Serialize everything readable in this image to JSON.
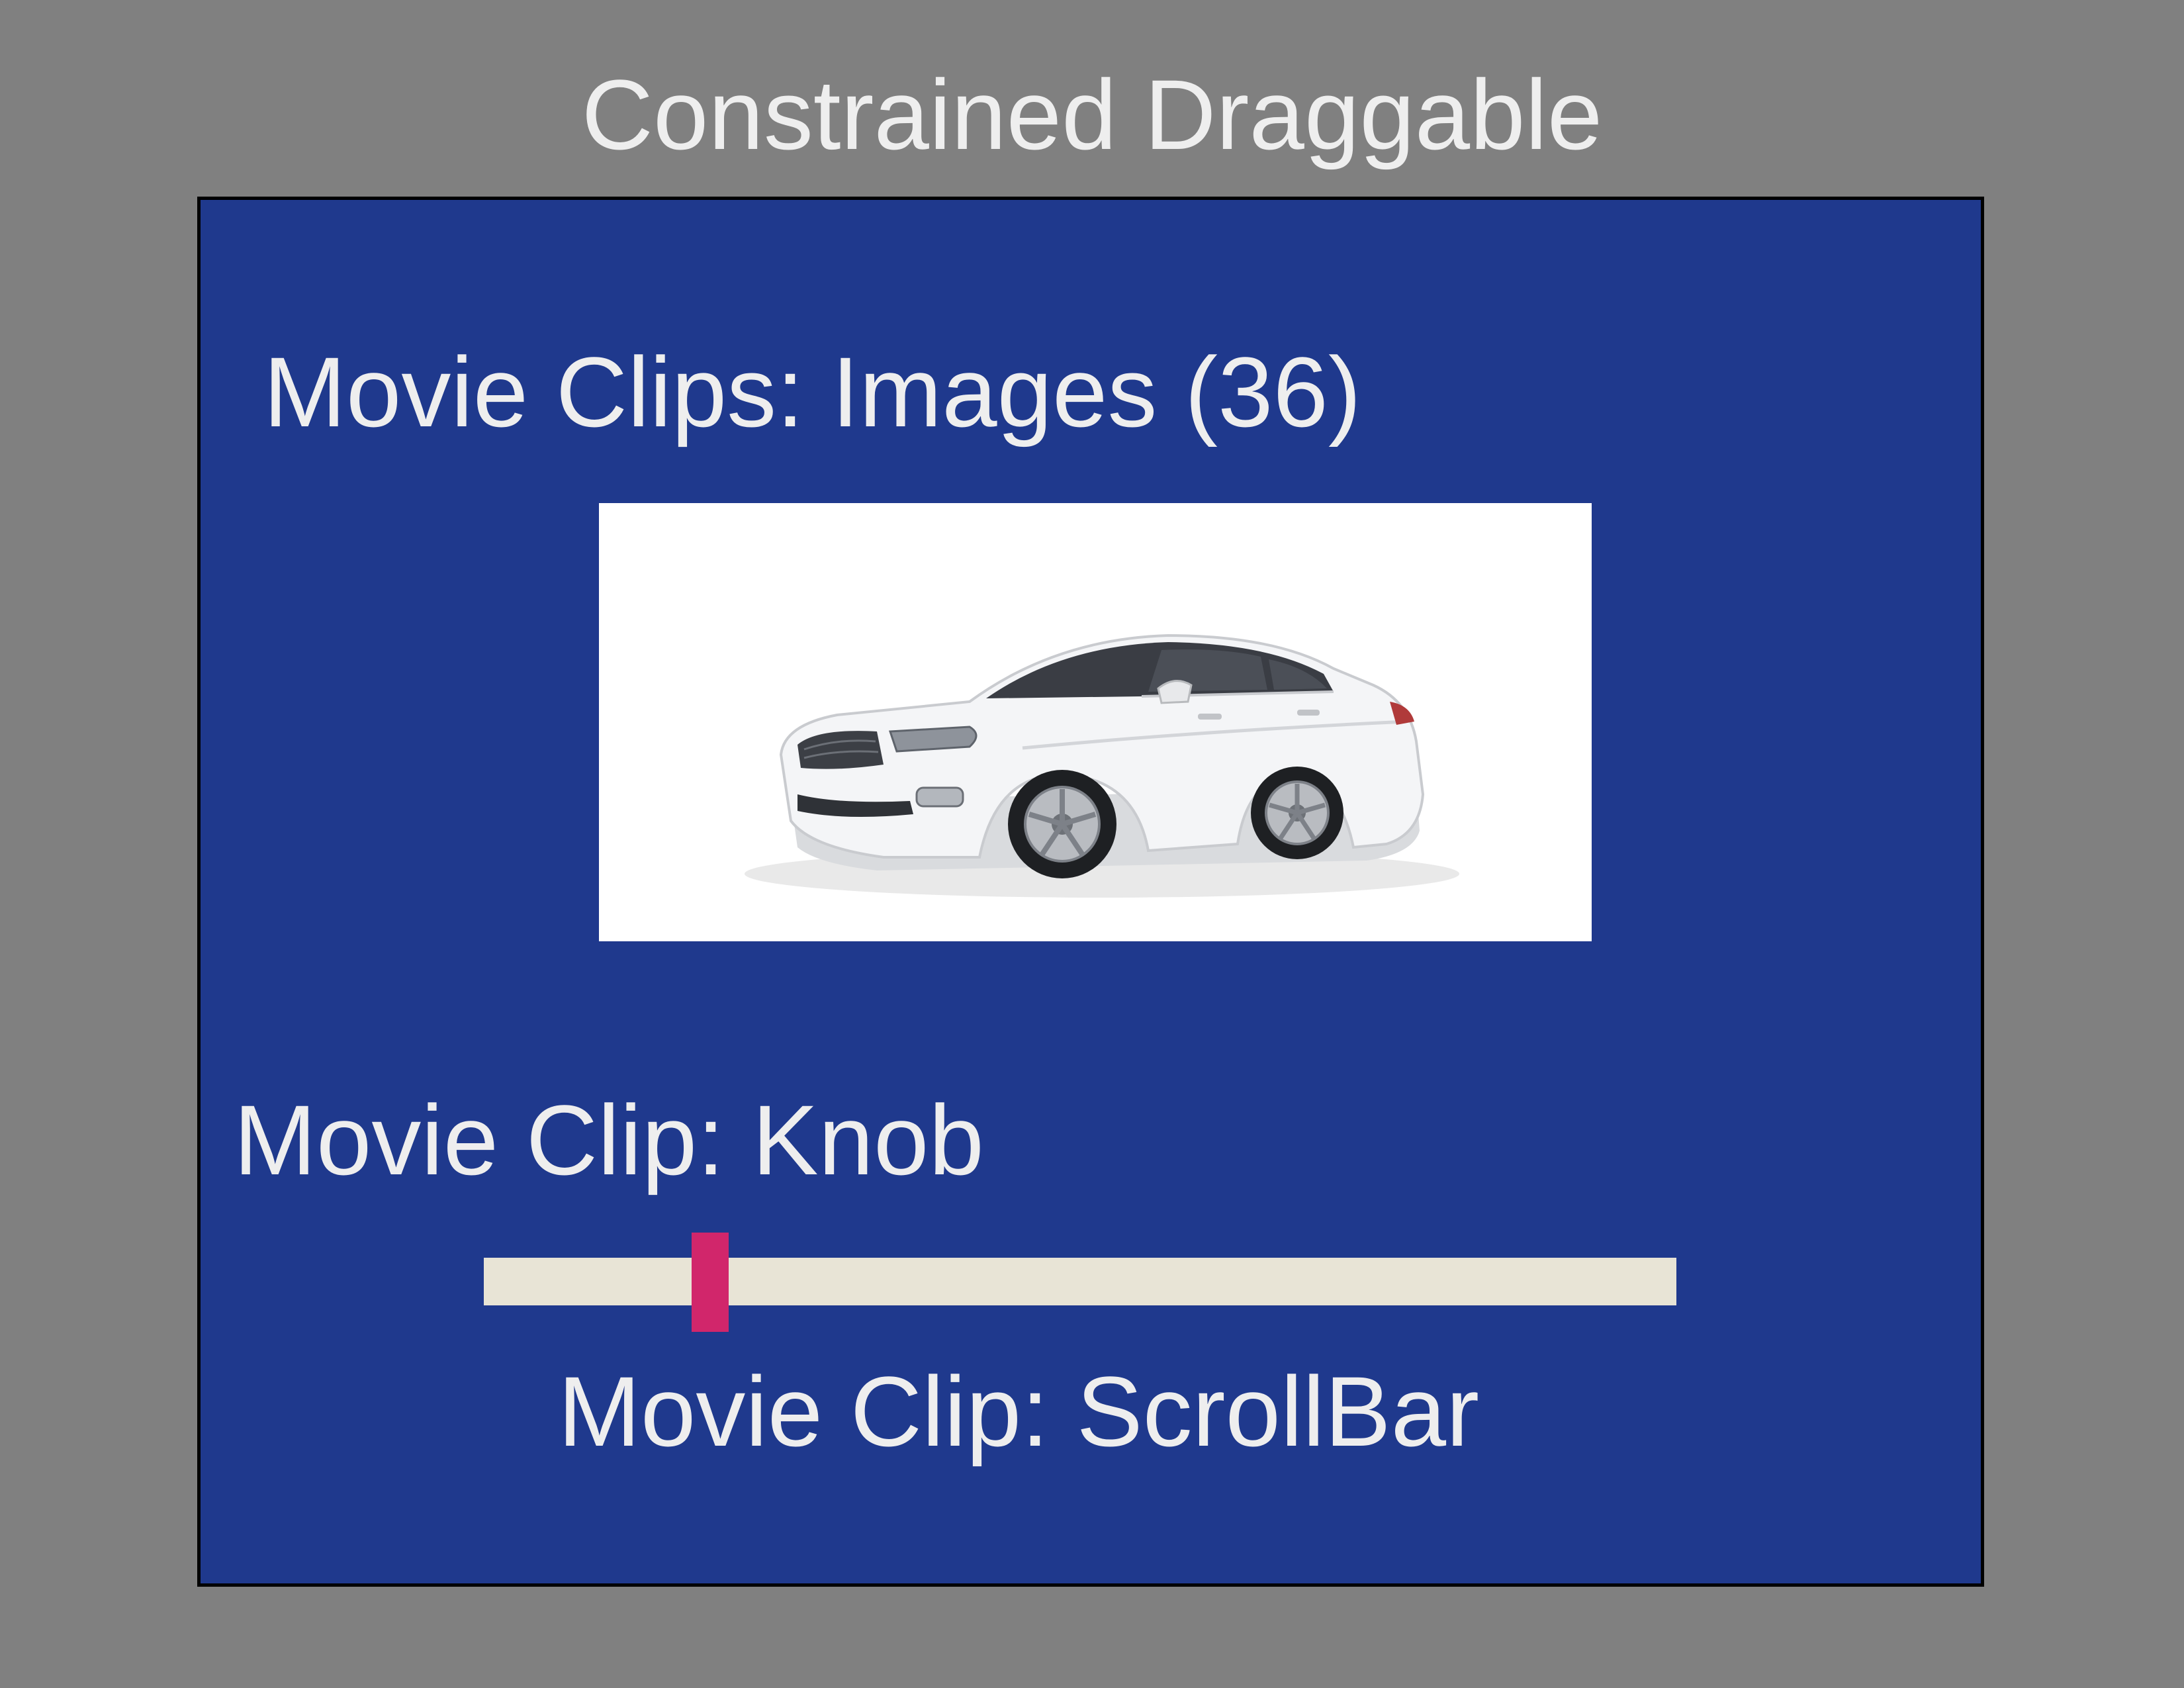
{
  "title": "Constrained Draggable",
  "stage": {
    "images_label": "Movie Clips: Images (36)",
    "knob_label": "Movie Clip: Knob",
    "scrollbar_label": "Movie Clip: ScrollBar",
    "image_subject": "car-image",
    "scroll_position": 0.19,
    "colors": {
      "background": "#808080",
      "stage": "#1f398d",
      "track": "#e8e4d6",
      "knob": "#d1266b",
      "text": "#eeeeee"
    }
  }
}
